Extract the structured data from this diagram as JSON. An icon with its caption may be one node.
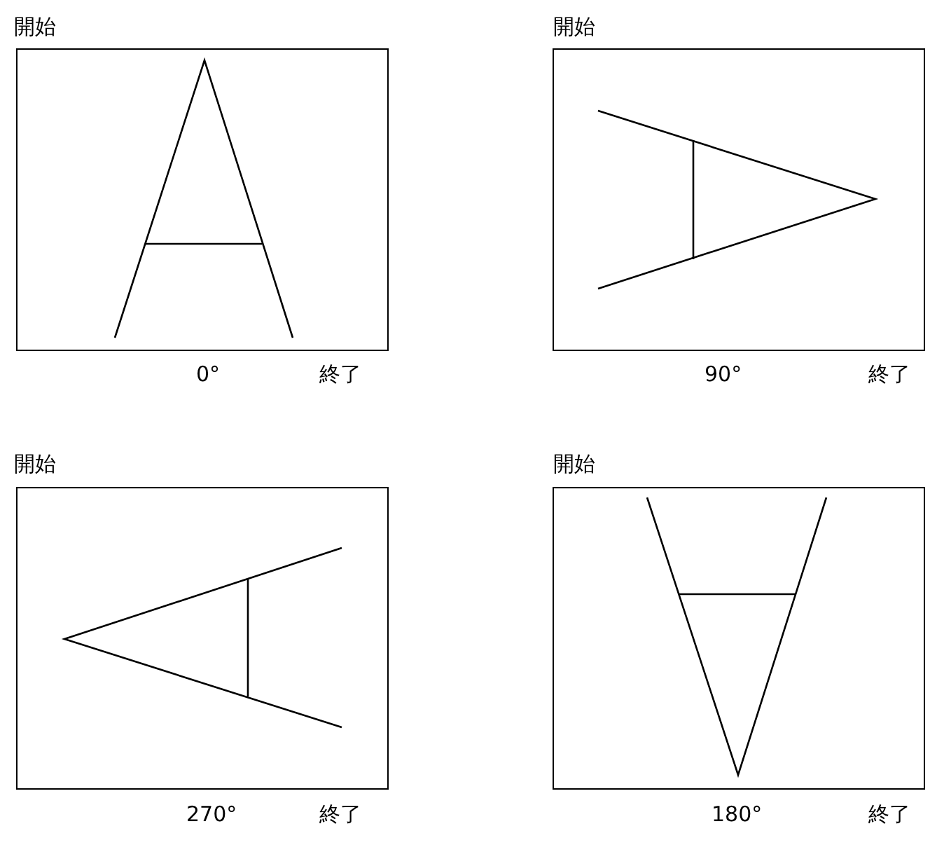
{
  "diagram": {
    "labels": [
      "開始",
      "開始",
      "0°",
      "終了",
      "90°",
      "終了",
      "開始",
      "開始",
      "270°",
      "終了",
      "180°",
      "終了"
    ]
  }
}
